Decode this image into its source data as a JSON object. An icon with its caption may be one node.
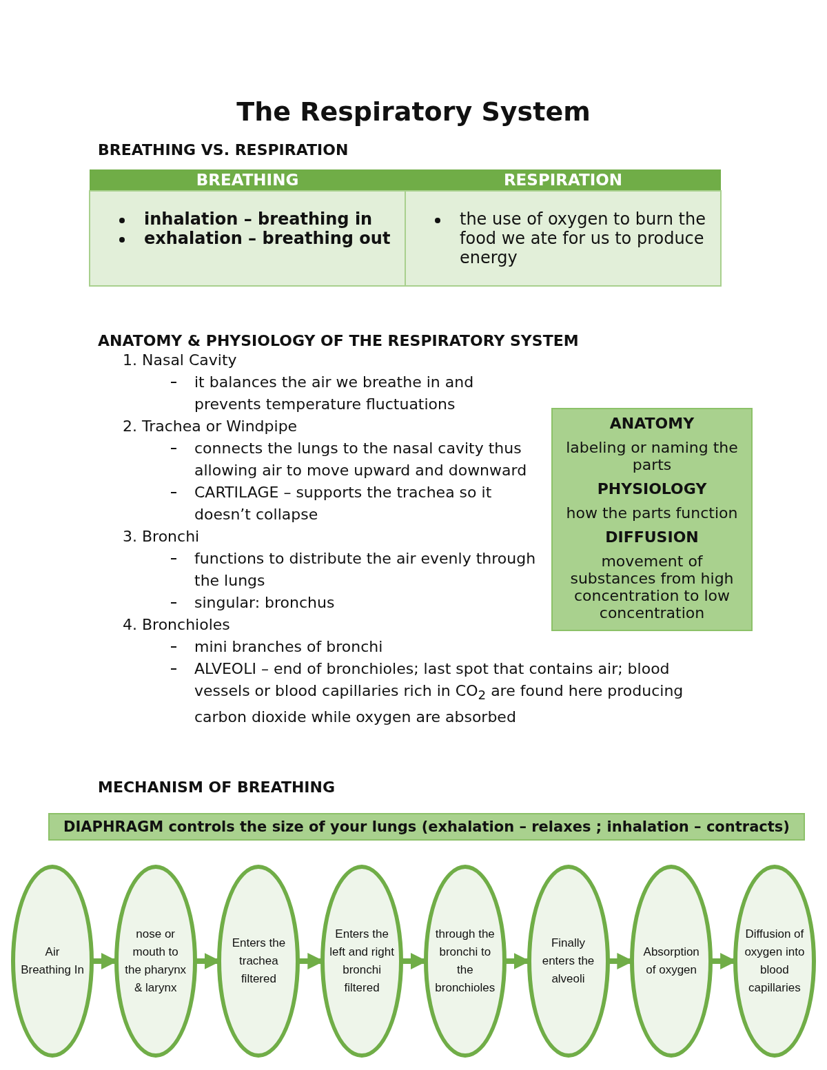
{
  "diagram": {
    "title": "The Respiratory System",
    "nodes": [
      {
        "text": [
          "ANATOMY",
          "labeling or naming the parts",
          "PHYSIOLOGY",
          "how the parts function",
          "DIFFUSION",
          "movement of substances from high concentration to low concentration"
        ]
      },
      {
        "text": [
          "DIAPHRAGM controls the size of your lungs (exhalation – relaxes ; inhalation – contracts)"
        ]
      },
      {
        "text": [
          "Air Breathing In"
        ]
      },
      {
        "text": [
          "nose or mouth to the pharynx & larynx"
        ]
      },
      {
        "text": [
          "Enters the trachea filtered"
        ]
      },
      {
        "text": [
          "Enters the left and right bronchi filtered"
        ]
      },
      {
        "text": [
          "through the bronchi to the bronchioles"
        ]
      },
      {
        "text": [
          "Finally enters the alveoli"
        ]
      },
      {
        "text": [
          "Absorption of oxygen"
        ]
      },
      {
        "text": [
          "Diffusion of oxygen into blood capillaries"
        ]
      }
    ],
    "edges": [
      {
        "from": 2,
        "to": 3,
        "arrow": "to"
      },
      {
        "from": 3,
        "to": 4,
        "arrow": "to"
      },
      {
        "from": 4,
        "to": 5,
        "arrow": "to"
      },
      {
        "from": 5,
        "to": 6,
        "arrow": "to"
      },
      {
        "from": 6,
        "to": 7,
        "arrow": "to"
      },
      {
        "from": 7,
        "to": 8,
        "arrow": "to"
      },
      {
        "from": 8,
        "to": 9,
        "arrow": "to"
      }
    ],
    "labels": [
      "BREATHING VS. RESPIRATION",
      "BREATHING",
      "RESPIRATION",
      "inhalation – breathing in",
      "exhalation – breathing out",
      "the use of oxygen to burn the food we ate for us to produce energy",
      "ANATOMY & PHYSIOLOGY OF THE RESPIRATORY SYSTEM",
      "1. Nasal Cavity",
      "it balances the air we breathe in and prevents temperature fluctuations",
      "2. Trachea or Windpipe",
      "connects the lungs to the nasal cavity thus allowing air to move upward and downward",
      "CARTILAGE – supports the trachea so it doesn’t collapse",
      "3. Bronchi",
      "functions to distribute the air evenly through the lungs",
      "singular: bronchus",
      "4. Bronchioles",
      "mini branches of bronchi",
      "ALVEOLI – end of bronchioles; last spot that contains air; blood vessels or blood capillaries rich in CO$_{2}$ are found here producing carbon dioxide while oxygen are absorbed",
      "MECHANISM OF BREATHING"
    ]
  }
}
